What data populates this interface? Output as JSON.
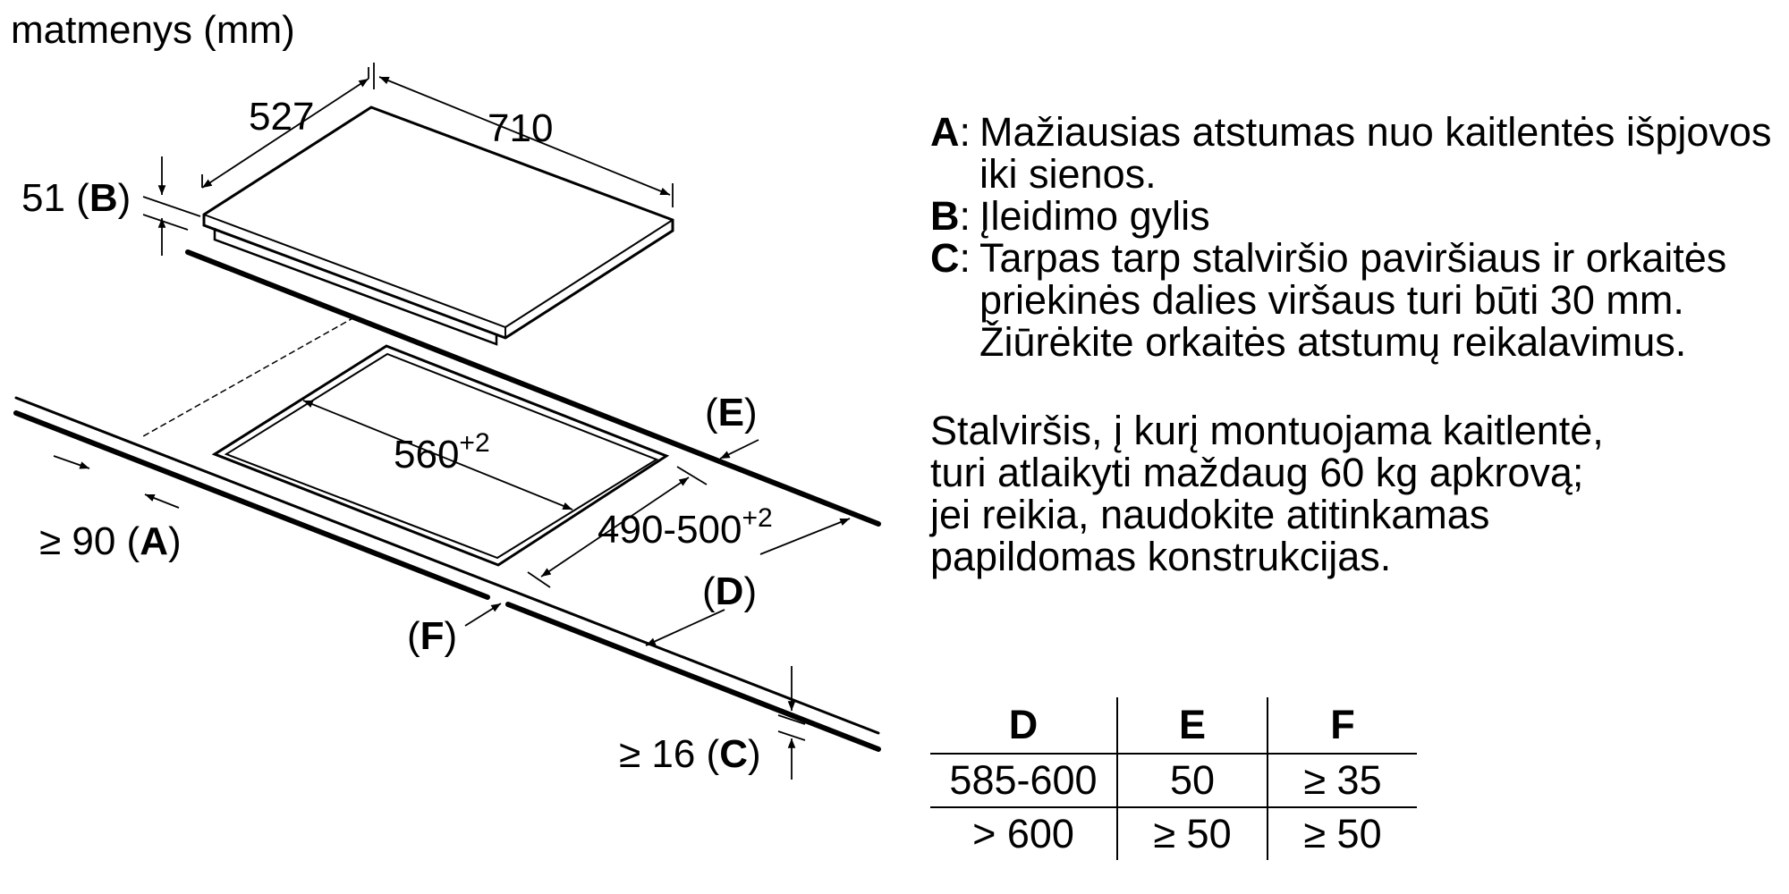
{
  "diagram": {
    "title": "matmenys (mm)",
    "labels": {
      "width_527": "527",
      "length_710": "710",
      "b_value": "51 (",
      "b_letter": "B",
      "b_close": ")",
      "cutout_560": "560",
      "cutout_560_sup": "+2",
      "cutout_490": "490-500",
      "cutout_490_sup": "+2",
      "e_open": "(",
      "e_letter": "E",
      "e_close": ")",
      "a_value": "≥ 90 (",
      "a_letter": "A",
      "a_close": ")",
      "d_open": "(",
      "d_letter": "D",
      "d_close": ")",
      "f_open": "(",
      "f_letter": "F",
      "f_close": ")",
      "c_value": "≥ 16 (",
      "c_letter": "C",
      "c_close": ")"
    }
  },
  "legend": [
    {
      "key": "A",
      "text": "Mažiausias atstumas nuo kaitlentės išpjovos iki sienos."
    },
    {
      "key": "B",
      "text": "Įleidimo gylis"
    },
    {
      "key": "C",
      "text": "Tarpas tarp stalviršio paviršiaus ir orkaitės priekinės dalies viršaus turi būti 30 mm. Žiūrėkite orkaitės atstumų reikalavimus."
    }
  ],
  "note_lines": [
    "Stalviršis, į kurį montuojama kaitlentė,",
    "turi atlaikyti maždaug 60 kg apkrovą;",
    "jei reikia, naudokite atitinkamas",
    "papildomas konstrukcijas."
  ],
  "table": {
    "headers": [
      "D",
      "E",
      "F"
    ],
    "rows": [
      [
        "585-600",
        "50",
        "≥ 35"
      ],
      [
        "> 600",
        "≥ 50",
        "≥ 50"
      ]
    ]
  }
}
